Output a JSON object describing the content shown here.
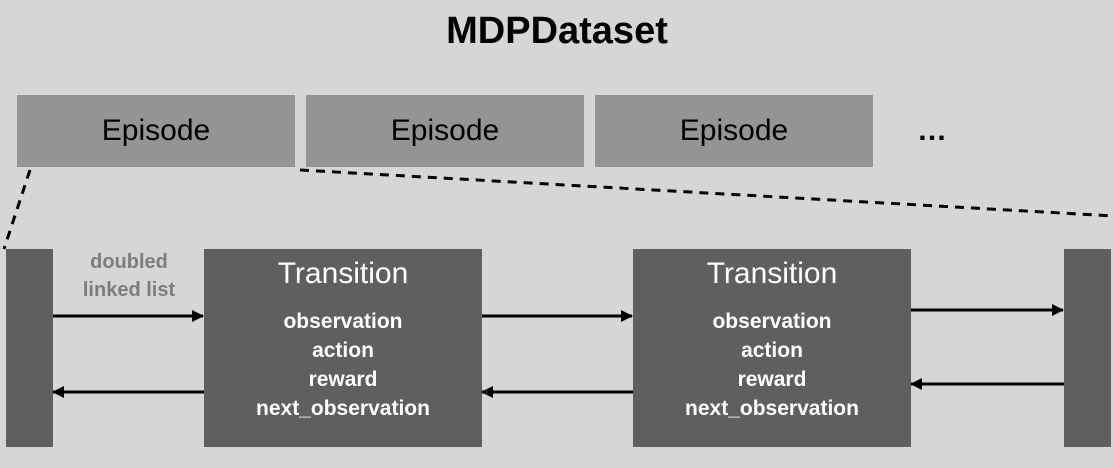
{
  "dataset": {
    "title": "MDPDataset"
  },
  "episodes": [
    {
      "label": "Episode"
    },
    {
      "label": "Episode"
    },
    {
      "label": "Episode"
    }
  ],
  "more_indicator": "…",
  "linked_list_note": {
    "line1": "doubled",
    "line2": "linked list"
  },
  "transitions": [
    {
      "heading": "Transition",
      "fields": [
        "observation",
        "action",
        "reward",
        "next_observation"
      ]
    },
    {
      "heading": "Transition",
      "fields": [
        "observation",
        "action",
        "reward",
        "next_observation"
      ]
    }
  ],
  "colors": {
    "background": "#d6d6d6",
    "episode_fill": "#949494",
    "transition_fill": "#5f5f5f",
    "note_text": "#7d7d7d",
    "arrow": "#000000"
  }
}
